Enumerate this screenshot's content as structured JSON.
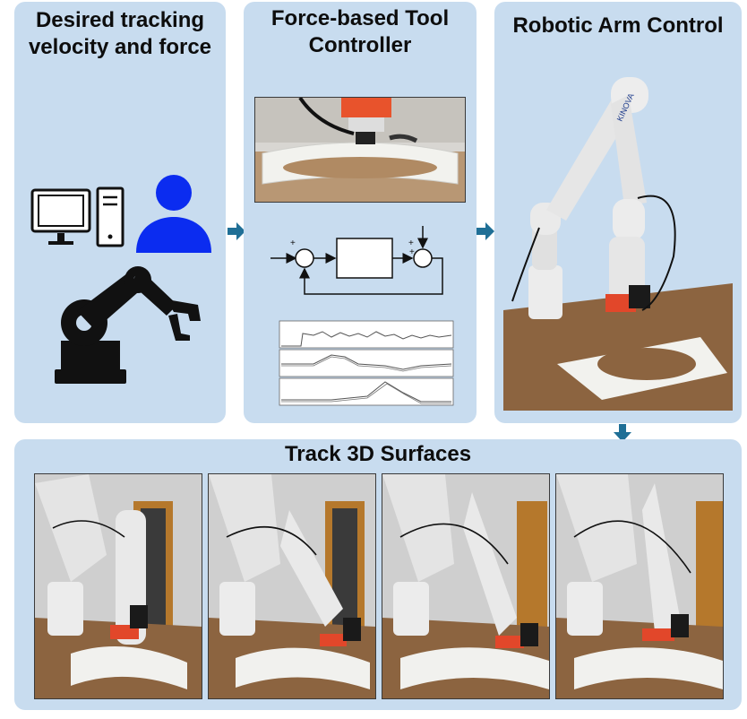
{
  "panels": {
    "desired": {
      "title_line1": "Desired tracking",
      "title_line2": "velocity and force"
    },
    "controller": {
      "title_line1": "Force-based Tool",
      "title_line2": "Controller"
    },
    "robot": {
      "title": "Robotic Arm Control"
    },
    "track": {
      "title": "Track 3D Surfaces"
    }
  },
  "block_diagram": {
    "plus": "+"
  },
  "colors": {
    "panel": "#c8dcef",
    "arrow": "#1f6f96",
    "person": "#0b2cf0",
    "dark": "#111111",
    "robot_white": "#e8e8e8",
    "accent": "#e2472a",
    "table": "#8c6440"
  }
}
